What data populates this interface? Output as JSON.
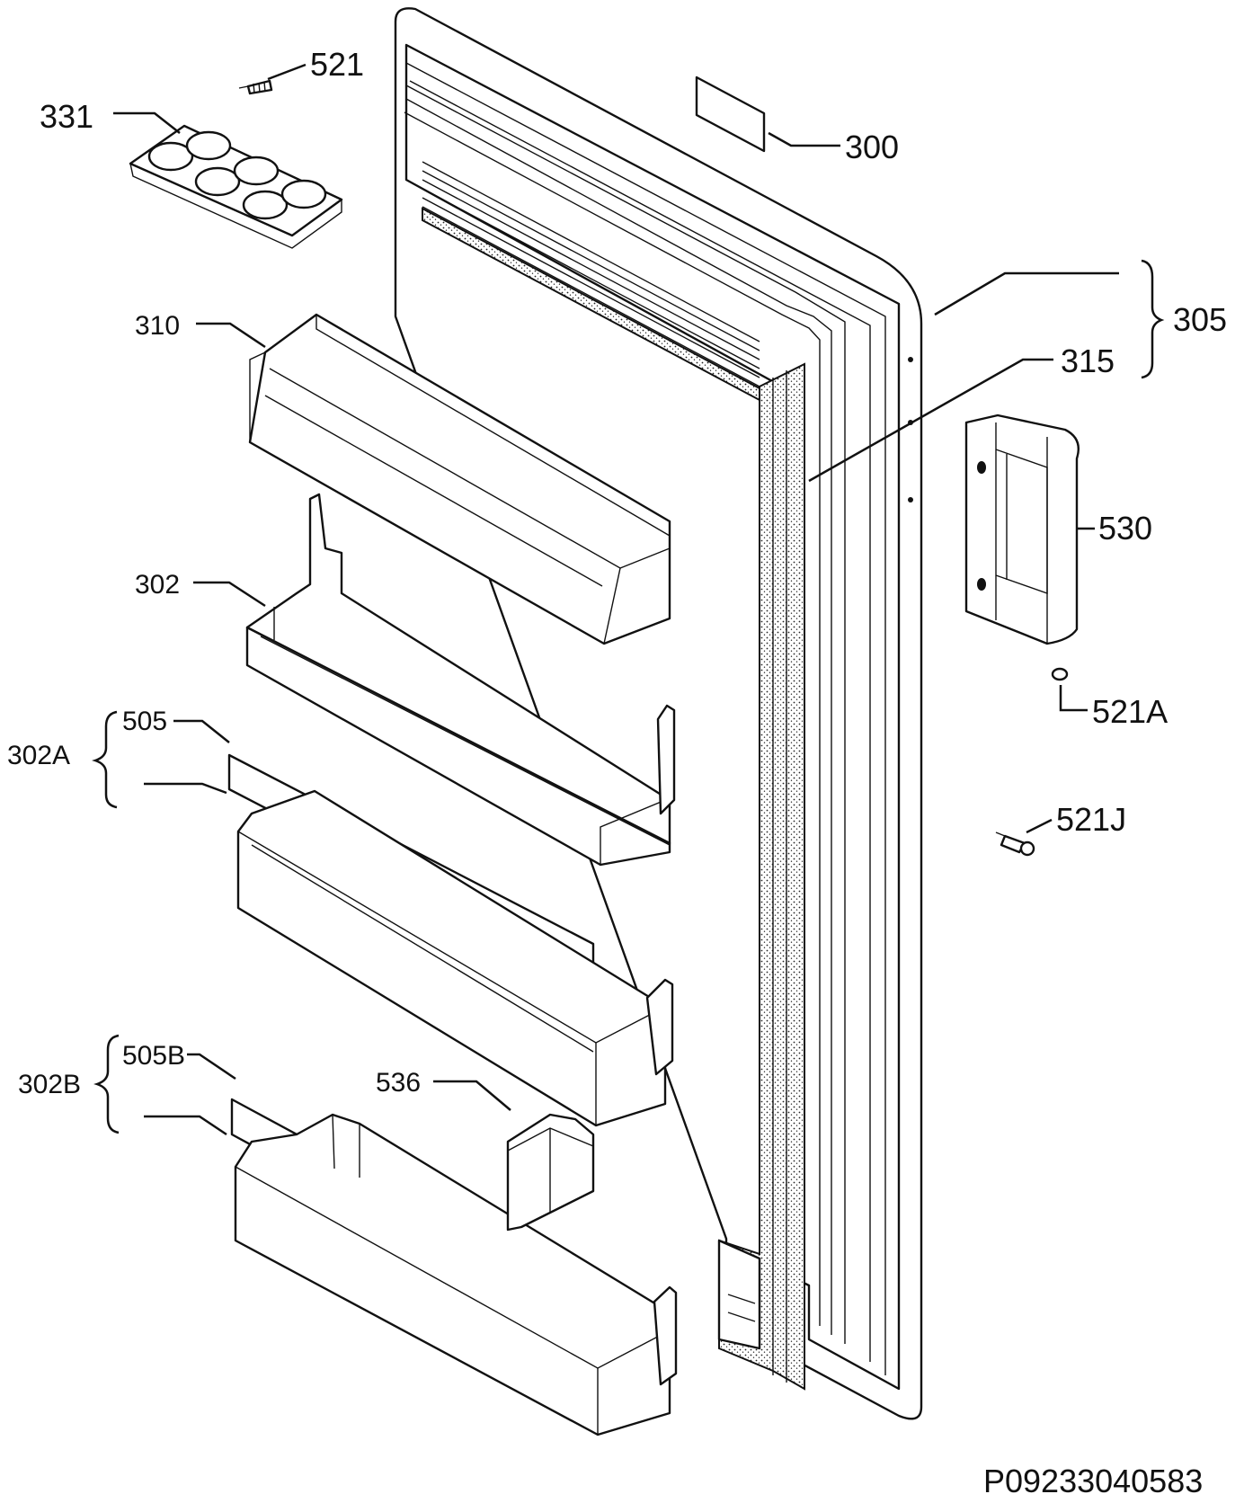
{
  "document_id": "P09233040583",
  "callouts": {
    "c521": "521",
    "c331": "331",
    "c300": "300",
    "c305": "305",
    "c315": "315",
    "c310": "310",
    "c530": "530",
    "c302": "302",
    "c521a": "521A",
    "c302a": "302A",
    "c505": "505",
    "c521j": "521J",
    "c302b": "302B",
    "c505b": "505B",
    "c536": "536"
  }
}
